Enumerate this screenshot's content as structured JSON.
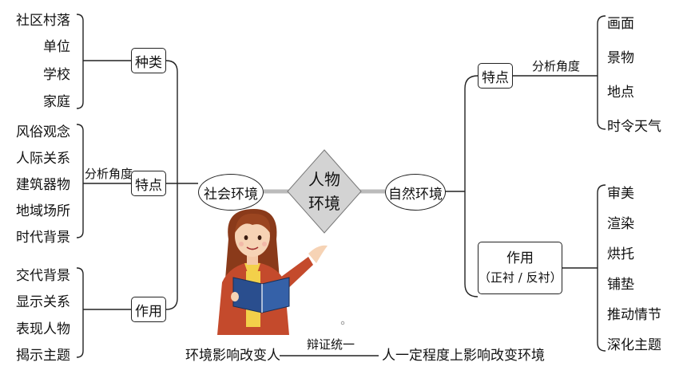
{
  "center": {
    "line1": "人物",
    "line2": "环境"
  },
  "social": {
    "label": "社会环境",
    "types": {
      "label": "种类",
      "items": [
        "社区村落",
        "单位",
        "学校",
        "家庭"
      ]
    },
    "features": {
      "label": "特点",
      "angle": "分析角度",
      "items": [
        "风俗观念",
        "人际关系",
        "建筑器物",
        "地域场所",
        "时代背景"
      ]
    },
    "functions": {
      "label": "作用",
      "items": [
        "交代背景",
        "显示关系",
        "表现人物",
        "揭示主题"
      ]
    }
  },
  "natural": {
    "label": "自然环境",
    "features": {
      "label": "特点",
      "angle": "分析角度",
      "items": [
        "画面",
        "景物",
        "地点",
        "时令天气"
      ]
    },
    "functions": {
      "label_line1": "作用",
      "label_line2": "（正衬 / 反衬）",
      "items": [
        "审美",
        "渲染",
        "烘托",
        "铺垫",
        "推动情节",
        "深化主题"
      ]
    }
  },
  "bottom": {
    "left": "环境影响改变人",
    "middle": "辩证统一",
    "right": "人一定程度上影响改变环境"
  },
  "colors": {
    "connector": "#bbbbbb",
    "diamond": "#d3d3d3",
    "line": "#222222"
  },
  "icons": [
    "teacher-illustration"
  ]
}
